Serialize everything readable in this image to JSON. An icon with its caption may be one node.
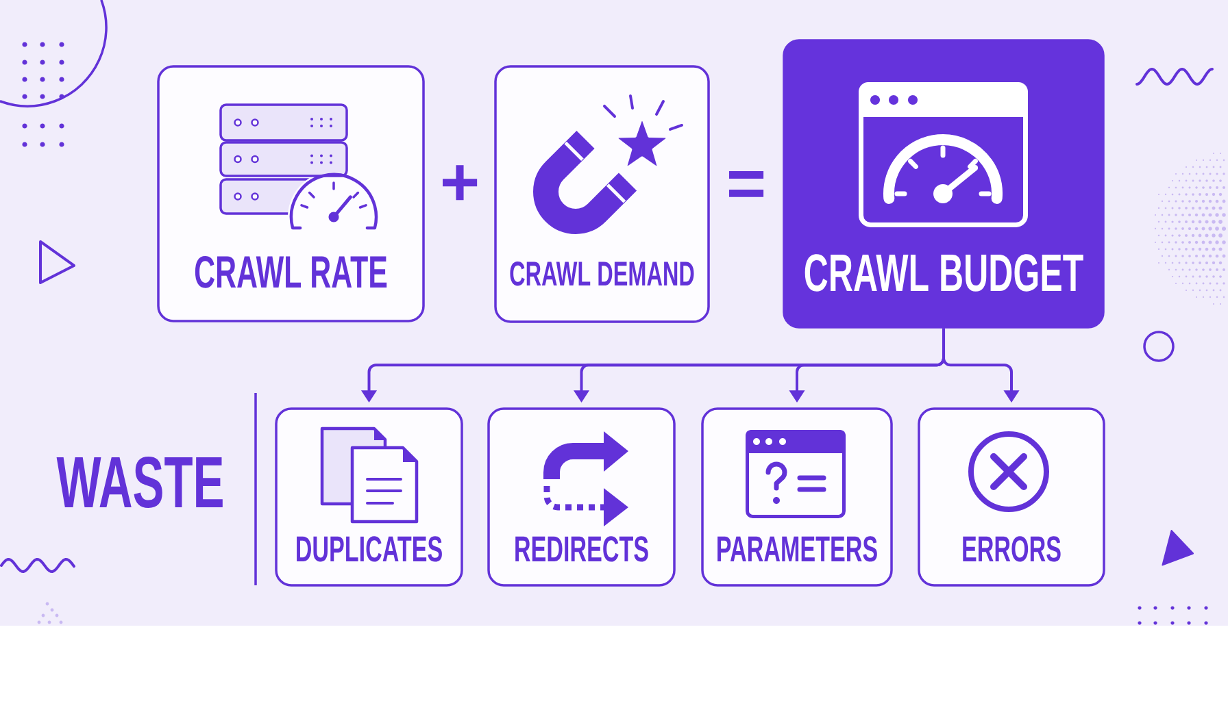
{
  "diagram": {
    "nodes": [
      {
        "text": [
          "CRAWL RATE"
        ]
      },
      {
        "text": [
          "CRAWL DEMAND"
        ]
      },
      {
        "text": [
          "CRAWL BUDGET"
        ]
      },
      {
        "text": [
          "DUPLICATES"
        ]
      },
      {
        "text": [
          "REDIRECTS"
        ]
      },
      {
        "text": [
          "PARAMETERS"
        ]
      },
      {
        "text": [
          "ERRORS"
        ]
      }
    ],
    "edges": [
      {
        "from": 2,
        "to": 3,
        "arrow": "to"
      },
      {
        "from": 2,
        "to": 4,
        "arrow": "to"
      },
      {
        "from": 2,
        "to": 5,
        "arrow": "to"
      },
      {
        "from": 2,
        "to": 6,
        "arrow": "to"
      }
    ],
    "labels": [
      "+",
      "=",
      "WASTE"
    ]
  }
}
